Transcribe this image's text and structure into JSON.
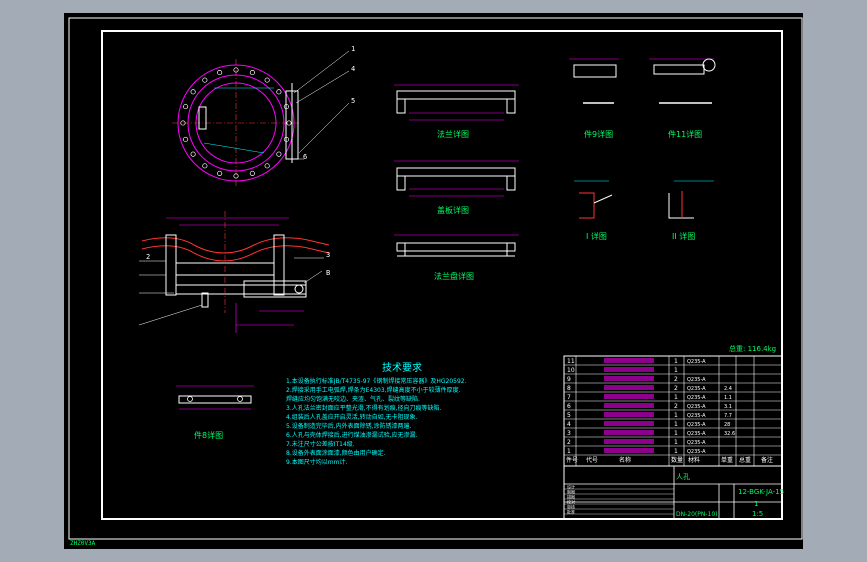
{
  "status_text": "ZHZ0V3A",
  "views": {
    "section_b_label": "B",
    "label_one": "1",
    "label_four": "4",
    "label_five": "5",
    "label_six": "6",
    "label_two": "2",
    "label_three": "3",
    "detail_1": "法兰详图",
    "detail_2": "盖板详图",
    "detail_3": "法兰盘详图",
    "detail_4": "件9详图",
    "detail_5": "件11详图",
    "detail_6": "I 详图",
    "detail_7": "II 详图",
    "detail_8": "件8详图"
  },
  "tech": {
    "title": "技术要求",
    "lines": [
      "1.本设备执行标准JB/T4735-97《钢制焊接常压容器》及HG20592.",
      "2.焊接采用手工电弧焊,焊条为E4303,焊缝高度不小于较薄件厚度.",
      "  焊缝应均匀饱满无咬边、夹渣、气孔、裂纹等缺陷.",
      "3.人孔法兰密封面应平整光滑,不得有划痕,径向刀痕等缺陷.",
      "4.组装后人孔盖应开启灵活,转动自如,无卡阻现象.",
      "5.设备制造完毕后,内外表面除锈,涂防锈漆两遍.",
      "6.人孔与壳体焊接后,进行煤油渗漏试验,应无渗漏.",
      "7.未注尺寸公差按IT14级.",
      "8.设备外表面涂面漆,颜色由用户确定.",
      "9.本图尺寸均以mm计."
    ]
  },
  "bom": {
    "weight": "总重: 116.4kg",
    "rows": [
      [
        "11",
        "",
        "1",
        "Q235-A",
        "",
        ""
      ],
      [
        "10",
        "",
        "1",
        "",
        "",
        ""
      ],
      [
        "9",
        "",
        "2",
        "Q235-A",
        "",
        ""
      ],
      [
        "8",
        "",
        "2",
        "Q235-A",
        "2.4",
        ""
      ],
      [
        "7",
        "",
        "1",
        "Q235-A",
        "1.1",
        ""
      ],
      [
        "6",
        "",
        "2",
        "Q235-A",
        "3.1",
        ""
      ],
      [
        "5",
        "",
        "1",
        "Q235-A",
        "7.7",
        ""
      ],
      [
        "4",
        "",
        "1",
        "Q235-A",
        "28",
        ""
      ],
      [
        "3",
        "",
        "1",
        "Q235-A",
        "32.6",
        ""
      ],
      [
        "2",
        "",
        "1",
        "Q235-A",
        "",
        ""
      ],
      [
        "1",
        "",
        "1",
        "Q235-A",
        "",
        ""
      ]
    ],
    "header": [
      "件号",
      "代号",
      "名称",
      "数量",
      "材料",
      "单重",
      "总重",
      "备注"
    ]
  },
  "title_block": {
    "project": "人孔",
    "drawing_no": "12-BGK-JA-15",
    "scale": "1:5",
    "sheet": "1",
    "row_labels": [
      "设计",
      "制图",
      "描图",
      "校对",
      "审核",
      "批准"
    ],
    "center_label": "DN-20(PN-10)"
  }
}
